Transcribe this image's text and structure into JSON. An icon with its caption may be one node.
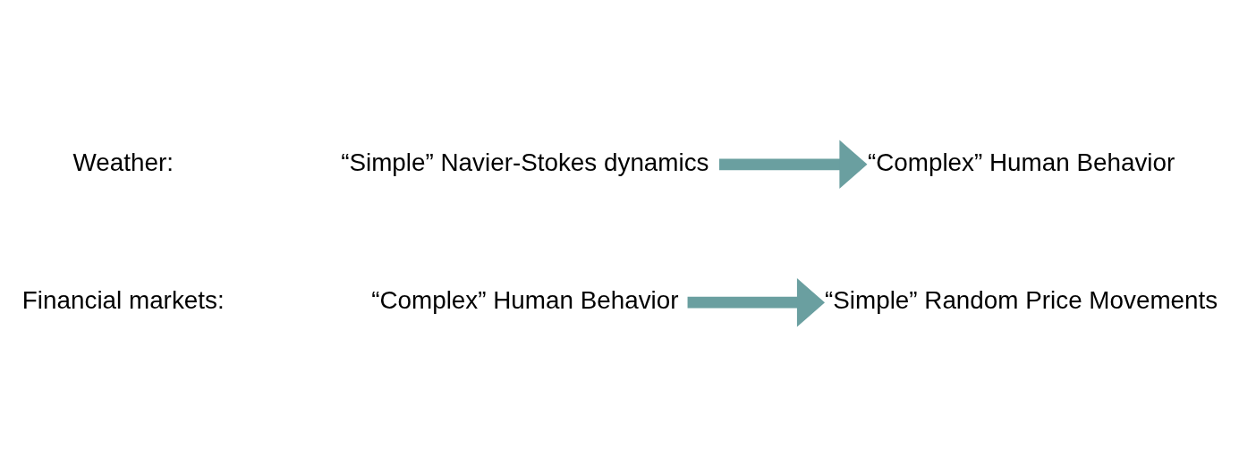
{
  "diagram": {
    "nodes": [
      {
        "text": [
          "“Complex” Human Behavior"
        ]
      },
      {
        "text": [
          "“Simple” Random Price Movements"
        ]
      },
      {
        "text": [
          "“Simple” Navier-Stokes dynamics"
        ]
      },
      {
        "text": [
          "“Complex” Human Behavior"
        ]
      }
    ],
    "edges": [
      {
        "from": 0,
        "to": 1,
        "arrow": "to"
      },
      {
        "from": 2,
        "to": 3,
        "arrow": "to"
      }
    ],
    "labels": [
      "Financial markets:",
      "Weather:"
    ]
  }
}
